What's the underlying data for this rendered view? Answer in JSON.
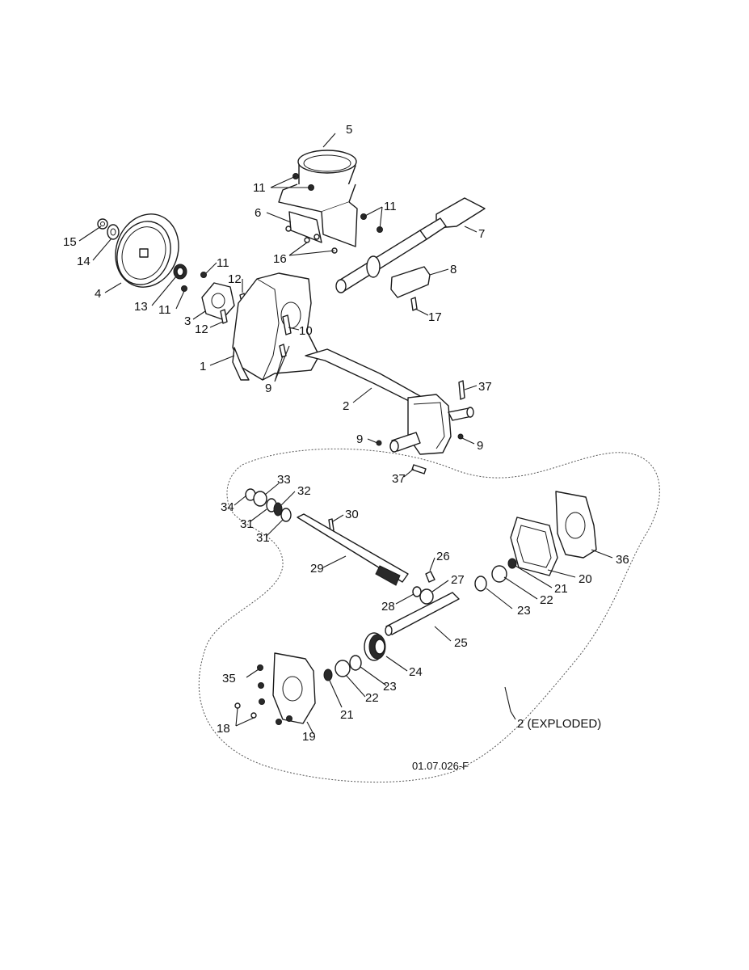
{
  "diagram": {
    "drawing_code": "01.07.026-F",
    "exploded_label": "2 (EXPLODED)",
    "callouts": {
      "c1": "1",
      "c2": "2",
      "c3": "3",
      "c4": "4",
      "c5": "5",
      "c6": "6",
      "c7": "7",
      "c8": "8",
      "c9a": "9",
      "c9b": "9",
      "c9c": "9",
      "c10": "10",
      "c11a": "11",
      "c11b": "11",
      "c11c": "11",
      "c11d": "11",
      "c12a": "12",
      "c12b": "12",
      "c13": "13",
      "c14": "14",
      "c15": "15",
      "c16": "16",
      "c17": "17",
      "c18": "18",
      "c19": "19",
      "c20": "20",
      "c21a": "21",
      "c21b": "21",
      "c22a": "22",
      "c22b": "22",
      "c23a": "23",
      "c23b": "23",
      "c24": "24",
      "c25": "25",
      "c26": "26",
      "c27": "27",
      "c28": "28",
      "c29": "29",
      "c30": "30",
      "c31a": "31",
      "c31b": "31",
      "c32": "32",
      "c33": "33",
      "c34": "34",
      "c35": "35",
      "c36": "36",
      "c37a": "37",
      "c37b": "37"
    }
  }
}
